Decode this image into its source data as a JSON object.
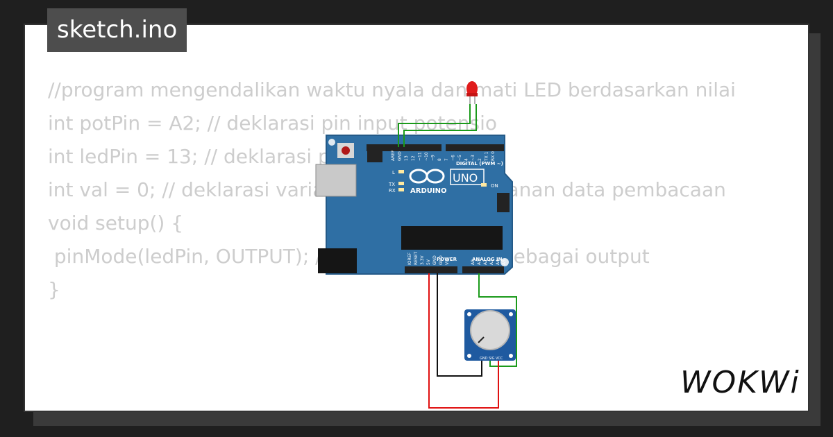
{
  "tab": {
    "title": "sketch.ino"
  },
  "code_lines": [
    "//program mengendalikan waktu nyala dan mati LED berdasarkan nilai",
    "",
    "int potPin = A2; // deklarasi pin input potensio",
    "",
    "int ledPin = 13; // deklarasi pin LED",
    "",
    "int val = 0; // deklarasi variabel untuk penyimpanan data pembacaan",
    "",
    "void setup() {",
    " pinMode(ledPin, OUTPUT); // deklarasi pinLED sebagai output",
    "}"
  ],
  "board": {
    "logo_text": "ARDUINO",
    "model": "UNO",
    "digital_label": "DIGITAL (PWM ~)",
    "power_label": "POWER",
    "analog_label": "ANALOG IN",
    "on_label": "ON",
    "led_labels": [
      "L",
      "TX",
      "RX"
    ],
    "top_pins": [
      "AREF",
      "GND",
      "13",
      "12",
      "~11",
      "~10",
      "~9",
      "8",
      "7",
      "~6",
      "~5",
      "4",
      "~3",
      "2",
      "TX 1",
      "RX 0"
    ],
    "power_pins": [
      "IOREF",
      "RESET",
      "3.3V",
      "5V",
      "GND",
      "GND",
      "Vin"
    ],
    "analog_pins": [
      "A0",
      "A1",
      "A2",
      "A3",
      "A4",
      "A5"
    ]
  },
  "potentiometer": {
    "pins": [
      "GND",
      "SIG",
      "VCC"
    ]
  },
  "branding": {
    "logo": "WOKWi"
  },
  "colors": {
    "board": "#2f6fa4",
    "wire_green": "#1a9a1a",
    "wire_red": "#e01010",
    "wire_black": "#111111",
    "led": "#e01b1b",
    "pot_body": "#1f5aa0"
  }
}
